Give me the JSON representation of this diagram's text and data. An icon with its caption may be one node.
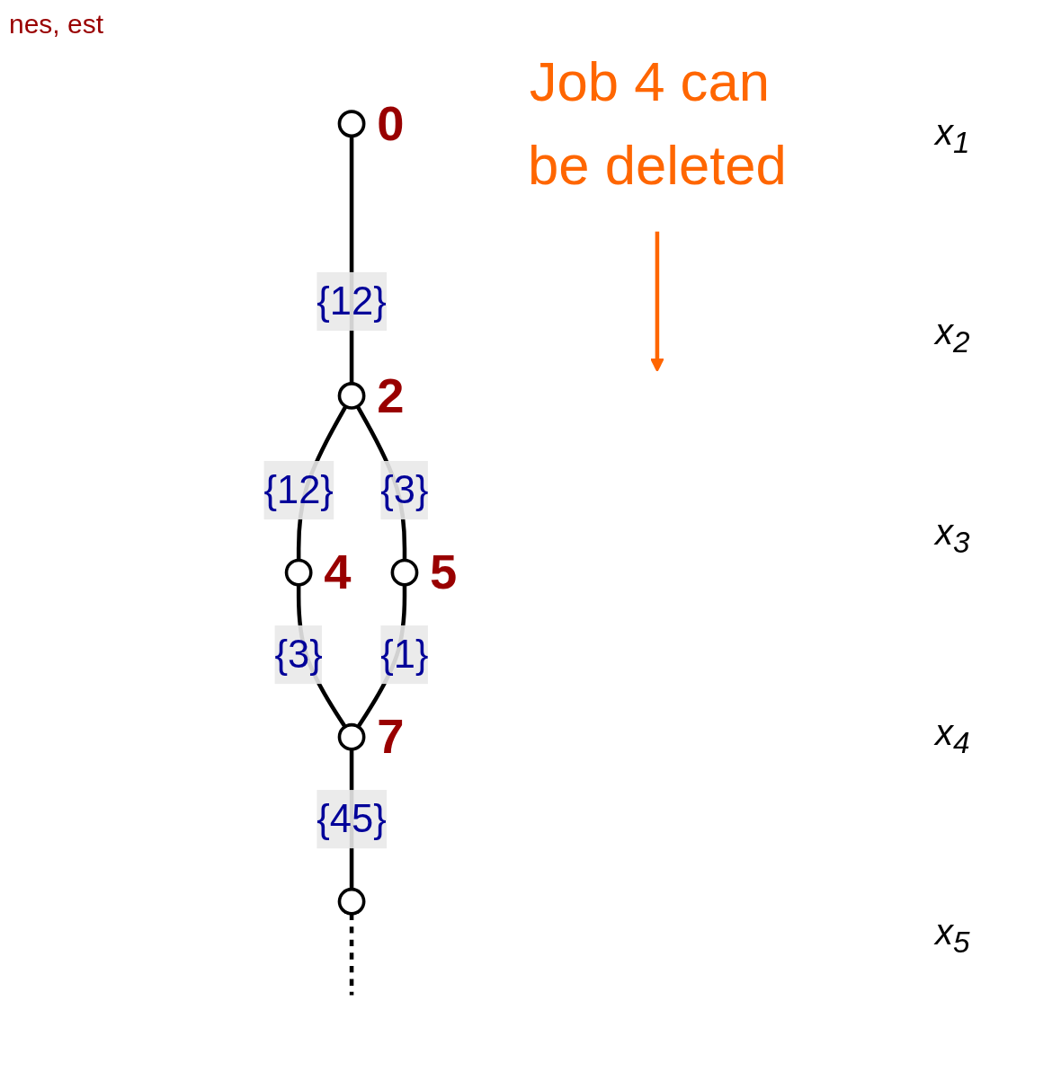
{
  "diagram": {
    "nodes": [
      {
        "text": [],
        "shape": "circle",
        "beside": [
          "0"
        ]
      },
      {
        "text": [],
        "shape": "circle",
        "beside": [
          "2"
        ]
      },
      {
        "text": [],
        "shape": "circle",
        "beside": [
          "4"
        ]
      },
      {
        "text": [],
        "shape": "circle",
        "beside": [
          "5"
        ]
      },
      {
        "text": [],
        "shape": "circle",
        "beside": [
          "7"
        ]
      },
      {
        "text": [],
        "shape": "circle"
      },
      {
        "text": [
          "Job 4 can be deleted"
        ]
      }
    ],
    "edges": [
      {
        "from": 0,
        "to": 1,
        "arrow": "none",
        "label": "{12}"
      },
      {
        "from": 1,
        "to": 2,
        "arrow": "none",
        "label": "{12}"
      },
      {
        "from": 1,
        "to": 3,
        "arrow": "none",
        "label": "{3}"
      },
      {
        "from": 2,
        "to": 4,
        "arrow": "none",
        "label": "{3}"
      },
      {
        "from": 3,
        "to": 4,
        "arrow": "none",
        "label": "{1}"
      },
      {
        "from": 4,
        "to": 5,
        "arrow": "none",
        "label": "{45}"
      },
      {
        "from": 5,
        "to": null,
        "arrow": "none",
        "style": "dashed"
      },
      {
        "from": 6,
        "to": null,
        "arrow": "to",
        "color": "#ff6600"
      }
    ],
    "labels": [
      "nes, est",
      "x$_{1}$",
      "x$_{2}$",
      "x$_{3}$",
      "x$_{4}$",
      "x$_{5}$"
    ]
  }
}
